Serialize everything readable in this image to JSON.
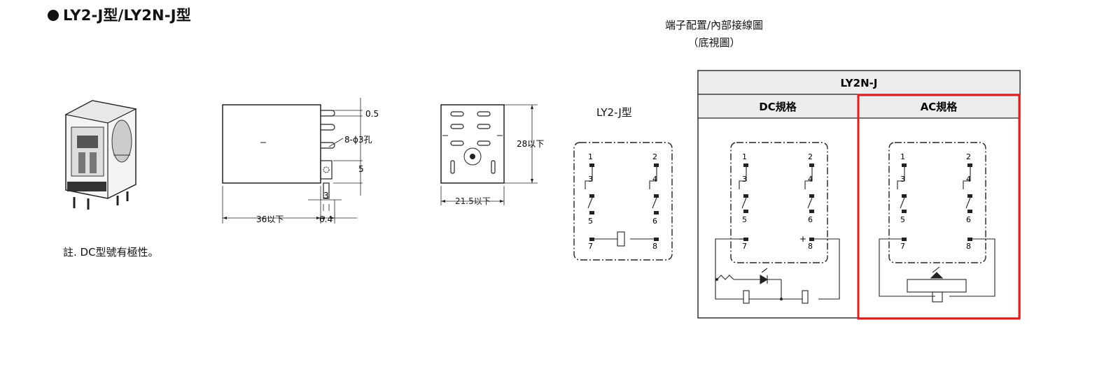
{
  "title": "LY2-J型/LY2N-J型",
  "terminal_config": {
    "line1": "端子配置/內部接線圖",
    "line2": "（底視圖）"
  },
  "note": "註. DC型號有極性。",
  "dimensions": {
    "pin_thickness": "0.5",
    "hole": "8-ϕ3孔",
    "pin_spacing": "5",
    "pin_width": "3",
    "length": "36以下",
    "pin_length": "6.4",
    "height": "28以下",
    "width": "21.5以下"
  },
  "ly2j": {
    "label": "LY2-J型",
    "terminals": [
      "1",
      "2",
      "3",
      "4",
      "5",
      "6",
      "7",
      "8"
    ]
  },
  "ly2nj": {
    "header": "LY2N-J",
    "dc_header": "DC規格",
    "ac_header": "AC規格",
    "terminals": [
      "1",
      "2",
      "3",
      "4",
      "5",
      "6",
      "7",
      "8"
    ],
    "minus": "−",
    "plus": "+"
  },
  "highlight_color": "#e02020"
}
